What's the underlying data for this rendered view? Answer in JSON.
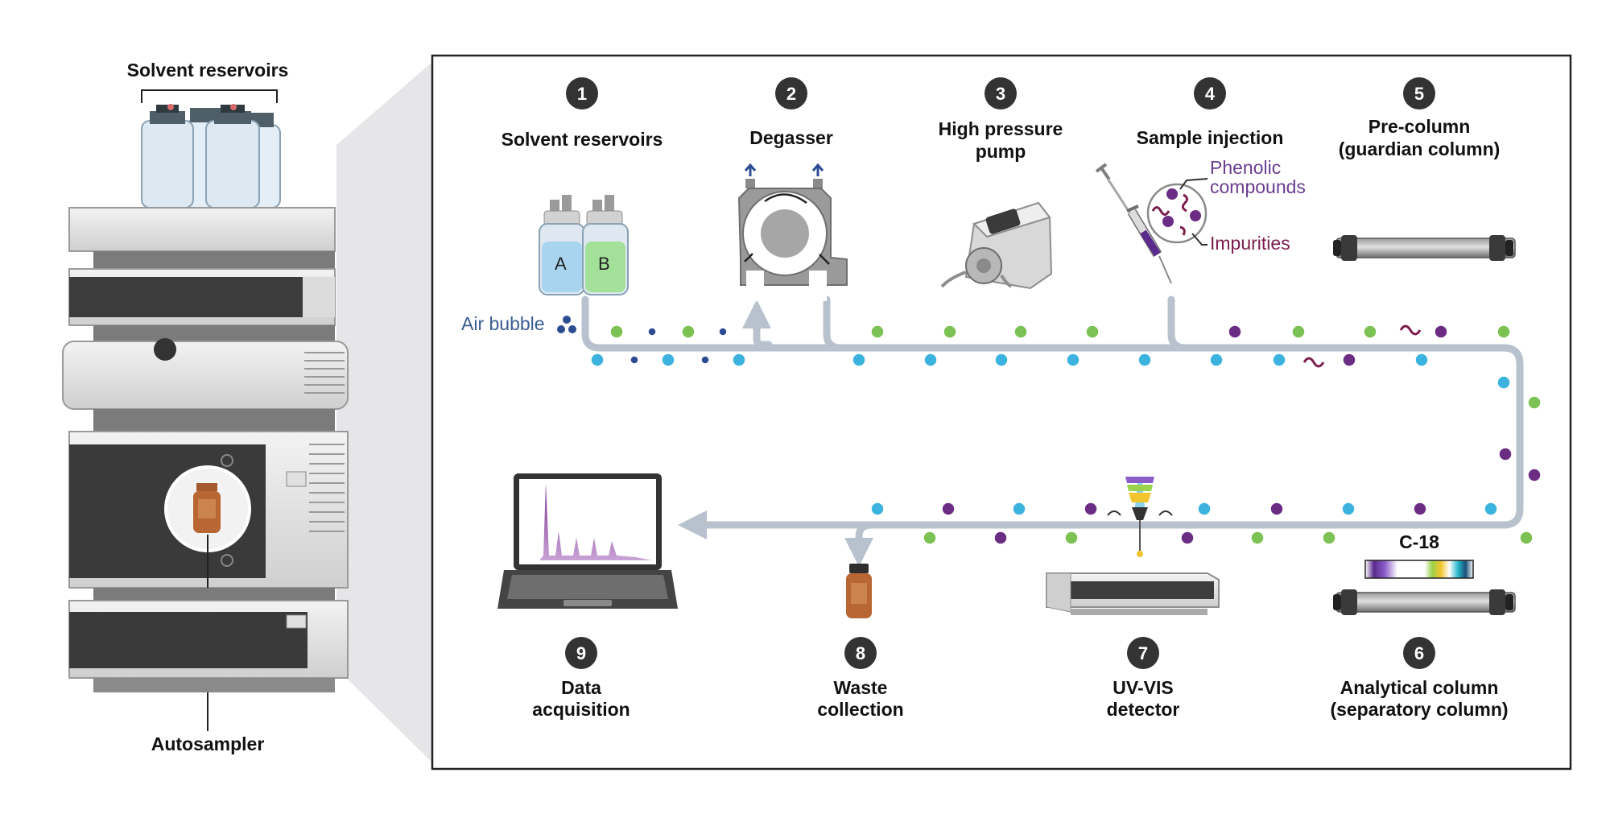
{
  "instrument": {
    "top_label": "Solvent reservoirs",
    "bottom_label": "Autosampler"
  },
  "steps": [
    {
      "number": "1",
      "line1": "Solvent reservoirs",
      "line2": ""
    },
    {
      "number": "2",
      "line1": "Degasser",
      "line2": ""
    },
    {
      "number": "3",
      "line1": "High pressure",
      "line2": "pump"
    },
    {
      "number": "4",
      "line1": "Sample injection",
      "line2": ""
    },
    {
      "number": "5",
      "line1": "Pre-column",
      "line2": "(guardian column)"
    },
    {
      "number": "6",
      "line1": "Analytical column",
      "line2": "(separatory column)"
    },
    {
      "number": "7",
      "line1": "UV-VIS",
      "line2": "detector"
    },
    {
      "number": "8",
      "line1": "Waste",
      "line2": "collection"
    },
    {
      "number": "9",
      "line1": "Data",
      "line2": "acquisition"
    }
  ],
  "annotations": {
    "air_bubble": "Air bubble",
    "phenolic_line1": "Phenolic",
    "phenolic_line2": "compounds",
    "impurities": "Impurities",
    "column_type": "C-18",
    "vial_a": "A",
    "vial_b": "B"
  },
  "colors": {
    "tube": "#b8c2ce",
    "blue_particle": "#3cb2de",
    "green_particle": "#7cc153",
    "purple_particle": "#6b2d84",
    "navy_particle": "#2c4b92",
    "impurity": "#7a1d4e",
    "phenolic_text": "#6b3d8f",
    "impurity_text": "#7a1d4e",
    "air_text": "#3a5c93",
    "badge": "#333333"
  }
}
